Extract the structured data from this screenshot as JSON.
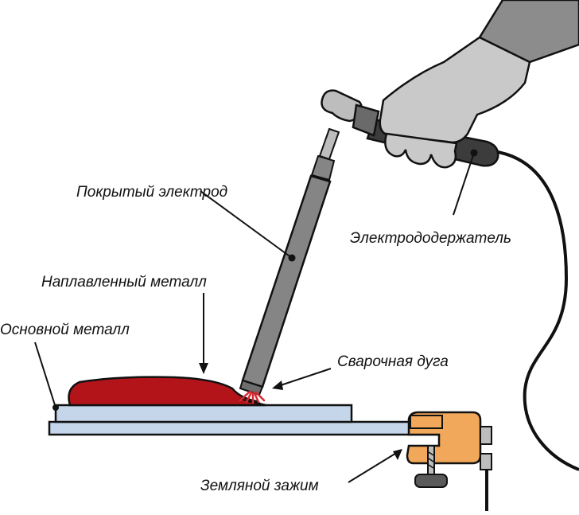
{
  "labels": {
    "coated_electrode": "Покрытый электрод",
    "electrode_holder": "Электрододержатель",
    "deposited_metal": "Наплавленный металл",
    "base_metal": "Основной металл",
    "welding_arc": "Сварочная дуга",
    "ground_clamp": "Земляной зажим"
  },
  "colors": {
    "outline": "#111111",
    "deposited_metal": "#b3141a",
    "base_metal": "#c5d6ea",
    "clamp": "#f2a85a",
    "glove": "#c9c9c9",
    "sleeve": "#8c8c8c",
    "electrode": "#858585",
    "holder_handle": "#3c3c3c",
    "arc": "#d42a30"
  }
}
